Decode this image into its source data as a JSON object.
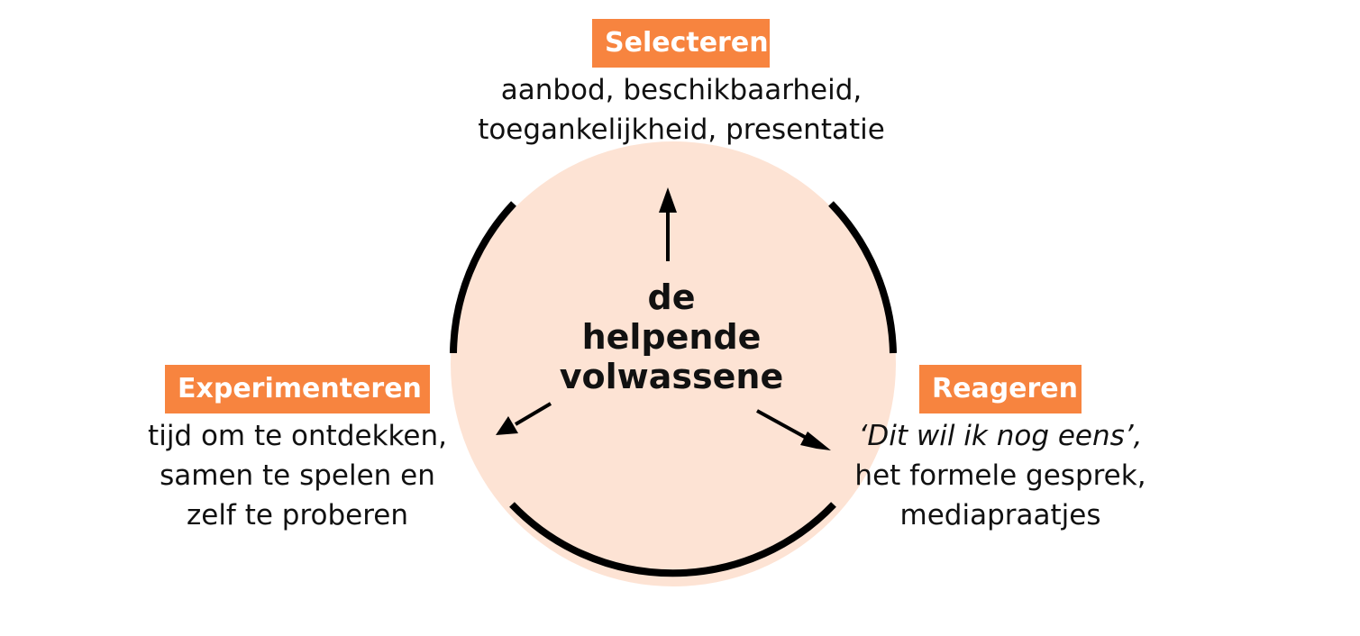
{
  "colors": {
    "accent": "#f7843f",
    "circle_fill": "#fde3d4",
    "stroke": "#000000"
  },
  "center": {
    "lines": [
      "de",
      "helpende",
      "volwassene"
    ]
  },
  "selecteren": {
    "label": "Selecteren",
    "lines": [
      "aanbod, beschikbaarheid,",
      "toegankelijkheid, presentatie"
    ]
  },
  "experimenteren": {
    "label": "Experimenteren",
    "lines": [
      "tijd om te ontdekken,",
      "samen te spelen en",
      "zelf te proberen"
    ]
  },
  "reageren": {
    "label": "Reageren",
    "lines": [
      "‘Dit wil ik nog eens’,",
      "het formele gesprek,",
      "mediapraatjes"
    ]
  }
}
